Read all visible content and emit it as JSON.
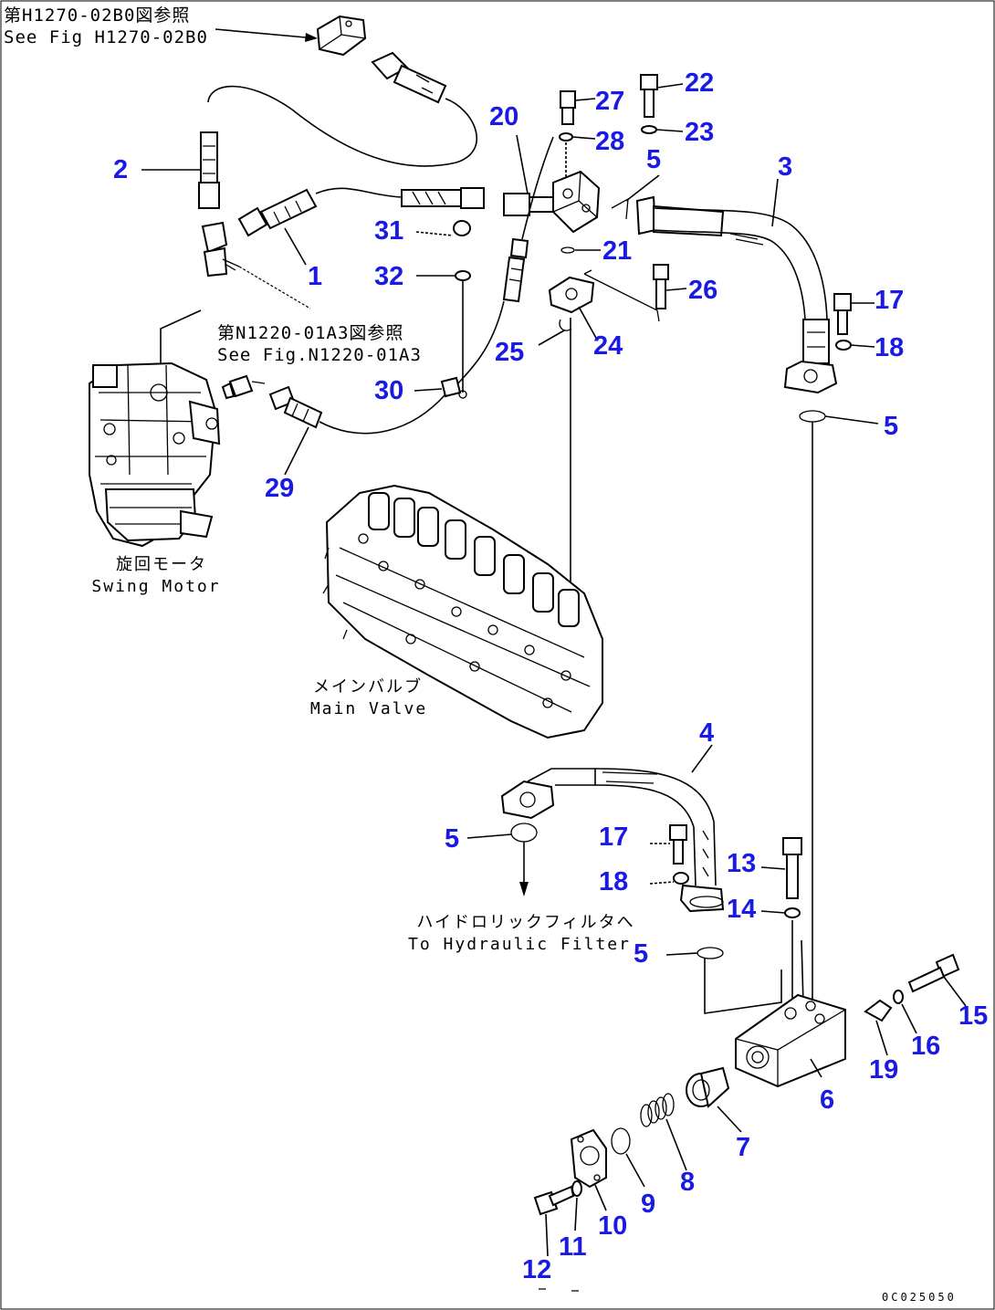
{
  "references": {
    "top_jp": "第H1270-02B0図参照",
    "top_en": "See Fig H1270-02B0",
    "mid_jp": "第N1220-01A3図参照",
    "mid_en": "See Fig.N1220-01A3"
  },
  "captions": {
    "swing_motor_jp": "旋回モータ",
    "swing_motor_en": "Swing Motor",
    "main_valve_jp": "メインバルブ",
    "main_valve_en": "Main Valve",
    "filter_jp": "ハイドロリックフィルタへ",
    "filter_en": "To Hydraulic Filter"
  },
  "callouts": [
    {
      "id": "c1",
      "label": "1"
    },
    {
      "id": "c2",
      "label": "2"
    },
    {
      "id": "c3",
      "label": "3"
    },
    {
      "id": "c4",
      "label": "4"
    },
    {
      "id": "c5a",
      "label": "5"
    },
    {
      "id": "c5b",
      "label": "5"
    },
    {
      "id": "c5c",
      "label": "5"
    },
    {
      "id": "c5d",
      "label": "5"
    },
    {
      "id": "c6",
      "label": "6"
    },
    {
      "id": "c7",
      "label": "7"
    },
    {
      "id": "c8",
      "label": "8"
    },
    {
      "id": "c9",
      "label": "9"
    },
    {
      "id": "c10",
      "label": "10"
    },
    {
      "id": "c11",
      "label": "11"
    },
    {
      "id": "c12",
      "label": "12"
    },
    {
      "id": "c13",
      "label": "13"
    },
    {
      "id": "c14",
      "label": "14"
    },
    {
      "id": "c15",
      "label": "15"
    },
    {
      "id": "c16",
      "label": "16"
    },
    {
      "id": "c17a",
      "label": "17"
    },
    {
      "id": "c17b",
      "label": "17"
    },
    {
      "id": "c18a",
      "label": "18"
    },
    {
      "id": "c18b",
      "label": "18"
    },
    {
      "id": "c19",
      "label": "19"
    },
    {
      "id": "c20",
      "label": "20"
    },
    {
      "id": "c21",
      "label": "21"
    },
    {
      "id": "c22",
      "label": "22"
    },
    {
      "id": "c23",
      "label": "23"
    },
    {
      "id": "c24",
      "label": "24"
    },
    {
      "id": "c25",
      "label": "25"
    },
    {
      "id": "c26",
      "label": "26"
    },
    {
      "id": "c27",
      "label": "27"
    },
    {
      "id": "c28",
      "label": "28"
    },
    {
      "id": "c29",
      "label": "29"
    },
    {
      "id": "c30",
      "label": "30"
    },
    {
      "id": "c31",
      "label": "31"
    },
    {
      "id": "c32",
      "label": "32"
    }
  ],
  "drawing_code": "0C025050",
  "colors": {
    "callout": "#1a1ae6",
    "line": "#000000",
    "background": "#ffffff"
  }
}
